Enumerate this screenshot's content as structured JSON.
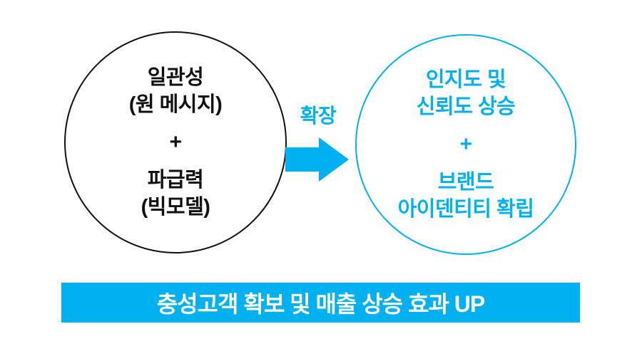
{
  "colors": {
    "accent": "#00B0F0",
    "ink": "#111111",
    "bg": "#FFFFFF"
  },
  "left_circle": {
    "line1": "일관성",
    "line2": "(원 메시지)",
    "plus": "+",
    "line3": "파급력",
    "line4": "(빅모델)"
  },
  "arrow": {
    "label": "확장"
  },
  "right_circle": {
    "line1": "인지도 및",
    "line2": "신뢰도 상승",
    "plus": "+",
    "line3": "브랜드",
    "line4": "아이덴티티 확립"
  },
  "banner": {
    "text": "충성고객 확보 및 매출 상승 효과 UP"
  }
}
